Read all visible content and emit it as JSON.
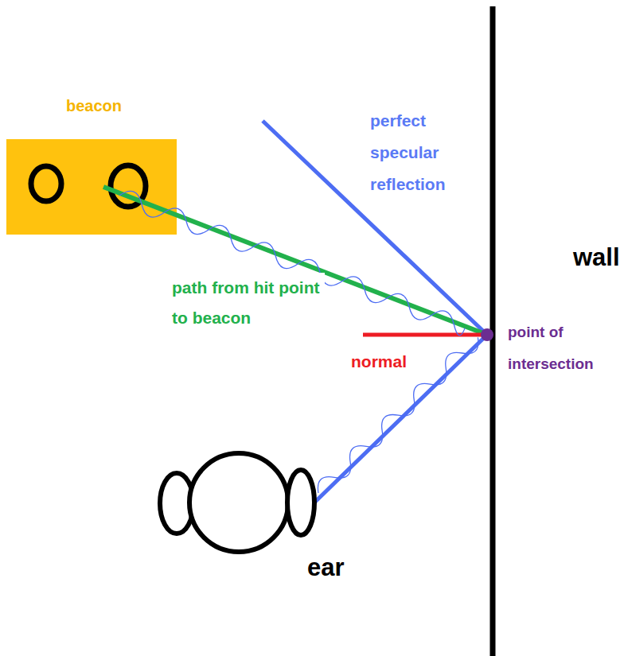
{
  "diagram": {
    "nodes": [
      {
        "text": [
          "beacon"
        ]
      }
    ],
    "labels": [
      "perfect specular reflection",
      "wall",
      "path from hit point to beacon",
      "normal",
      "point of intersection",
      "ear"
    ]
  }
}
